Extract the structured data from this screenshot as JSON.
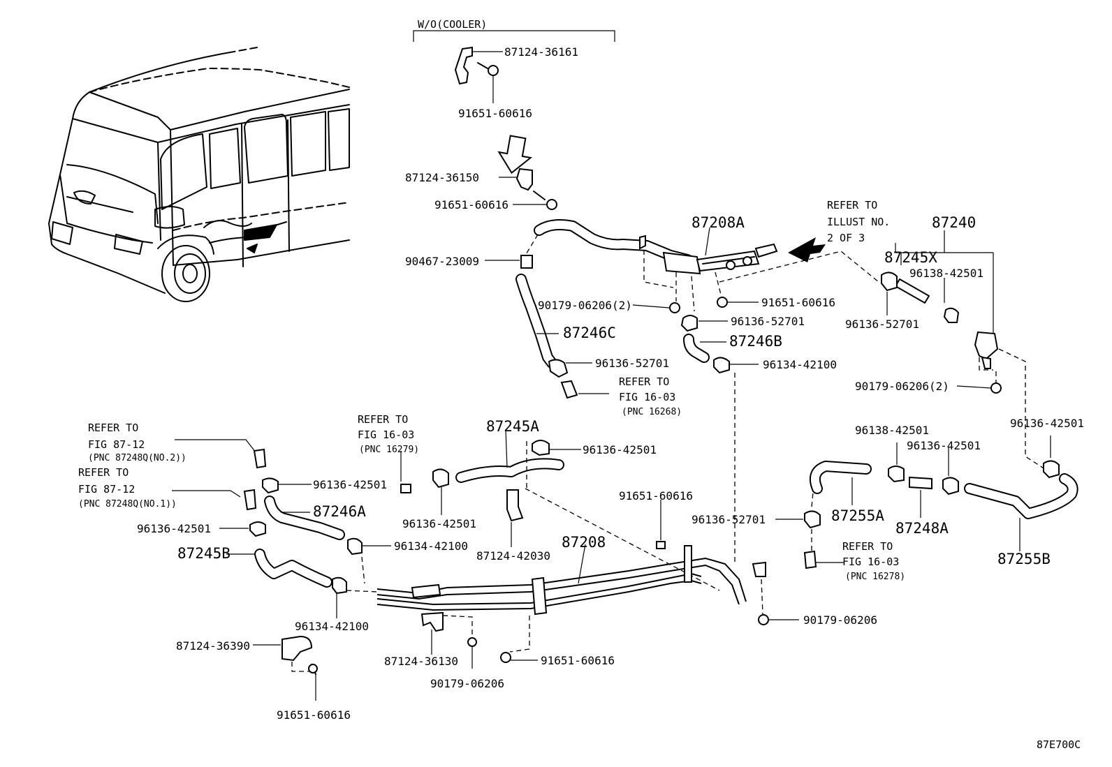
{
  "header": {
    "condition_label": "W/O(COOLER)"
  },
  "labels": {
    "p_8712436161": "87124-36161",
    "p_9165160616_a": "91651-60616",
    "p_8712436150": "87124-36150",
    "p_9165160616_b": "91651-60616",
    "p_9046723009": "90467-23009",
    "p_87208A": "87208A",
    "ref_illust_1": "REFER TO",
    "ref_illust_2": "ILLUST NO.",
    "ref_illust_3": "2 OF 3",
    "p_87240": "87240",
    "p_87245X": "87245X",
    "p_9613842501_a": "96138-42501",
    "p_9617906206_2a": "90179-06206(2)",
    "p_9165160616_c": "91651-60616",
    "p_9613652701_a": "96136-52701",
    "p_9613652701_b": "96136-52701",
    "p_87246C": "87246C",
    "p_87246B": "87246B",
    "p_9613442100_a": "96134-42100",
    "p_9613652701_c": "96136-52701",
    "ref_fig_a1": "REFER TO",
    "ref_fig_a2": "FIG 16-03",
    "ref_fig_a3": "(PNC 16268)",
    "p_9017906206_2b": "90179-06206(2)",
    "ref_fig_b1": "REFER TO",
    "ref_fig_b2": "FIG 87-12",
    "ref_fig_b3": "(PNC 87248Q(NO.2))",
    "ref_fig_c1": "REFER TO",
    "ref_fig_c2": "FIG 87-12",
    "ref_fig_c3": "(PNC 87248Q(NO.1))",
    "ref_fig_d1": "REFER TO",
    "ref_fig_d2": "FIG 16-03",
    "ref_fig_d3": "(PNC 16279)",
    "p_87245A": "87245A",
    "p_9613642501_a": "96136-42501",
    "p_9613642501_b": "96136-42501",
    "p_87246A": "87246A",
    "p_9613642501_c": "96136-42501",
    "p_9613642501_d": "96136-42501",
    "p_9613442100_b": "96134-42100",
    "p_87245B": "87245B",
    "p_8712442030": "87124-42030",
    "p_87208": "87208",
    "p_9165160616_d": "91651-60616",
    "p_9613652701_d": "96136-52701",
    "p_9613842501_b": "96138-42501",
    "p_9613642501_e": "96136-42501",
    "p_9613642501_f": "96136-42501",
    "p_87255A": "87255A",
    "p_87248A": "87248A",
    "p_87255B": "87255B",
    "ref_fig_e1": "REFER TO",
    "ref_fig_e2": "FIG 16-03",
    "ref_fig_e3": "(PNC 16278)",
    "p_9017906206_c": "90179-06206",
    "p_9613442100_c": "96134-42100",
    "p_8712436390": "87124-36390",
    "p_8712436130": "87124-36130",
    "p_9165160616_e": "91651-60616",
    "p_9017906206_d": "90179-06206",
    "p_9165160616_f": "91651-60616",
    "figure_code": "87E700C"
  }
}
